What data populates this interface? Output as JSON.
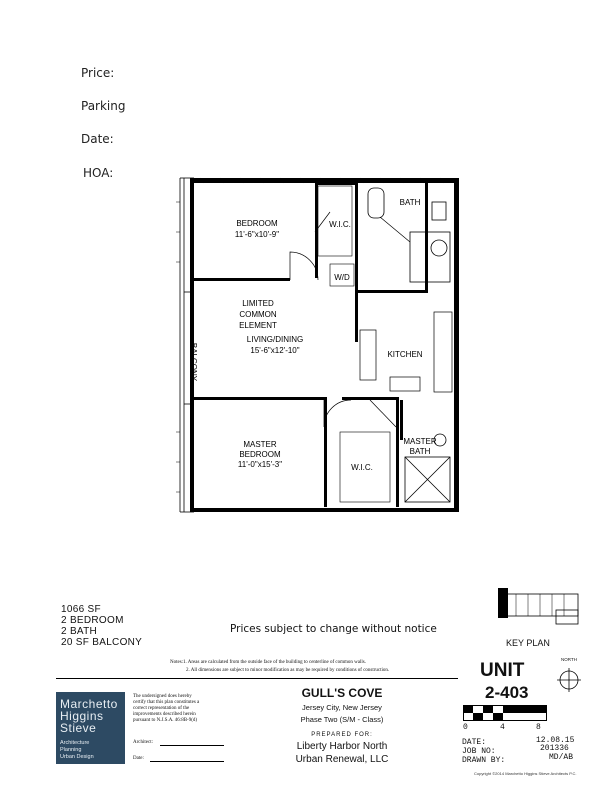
{
  "fields": {
    "price": "Price:",
    "parking": "Parking",
    "date": "Date:",
    "hoa": "HOA:"
  },
  "plan_labels": {
    "bedroom": "BEDROOM",
    "bedroom_dims": "11'-6\"x10'-9\"",
    "wic_top": "W.I.C.",
    "bath": "BATH",
    "wd": "W/D",
    "limited_common": "LIMITED",
    "limited_common2": "COMMON",
    "limited_common3": "ELEMENT",
    "living": "LIVING/DINING",
    "living_dims": "15'-6\"x12'-10\"",
    "kitchen": "KITCHEN",
    "balcony": "BALCONY",
    "master_bedroom": "MASTER",
    "master_bedroom2": "BEDROOM",
    "master_dims": "11'-0\"x15'-3\"",
    "wic_bottom": "W.I.C.",
    "master_bath": "MASTER",
    "master_bath2": "BATH"
  },
  "stats": {
    "area": "1066  SF",
    "bedrooms": "2  BEDROOM",
    "baths": "2  BATH",
    "balcony": "20  SF  BALCONY"
  },
  "notice": "Prices subject to change without notice",
  "key_plan": "KEY  PLAN",
  "notes": {
    "line1": "Notes:1. Areas are calculated from the outside face of the building to centerline of common walls.",
    "line2": "2. All dimensions are subject to minor modification as may be required by conditions of construction."
  },
  "logo": {
    "line1": "Marchetto",
    "line2": "Higgins",
    "line3": "Stieve",
    "sub1": "Architecture",
    "sub2": "Planning",
    "sub3": "Urban Design"
  },
  "certification": {
    "text1": "The undersigned does hereby",
    "text2": "certify that this plan constitutes a",
    "text3": "correct representation of the",
    "text4": "improvements described herein",
    "text5": "pursuant to N.J.S.A. 46:8B-9(d)",
    "architect": "Architect:",
    "date": "Date:"
  },
  "project": {
    "name": "GULL'S COVE",
    "location": "Jersey City, New Jersey",
    "phase": "Phase Two (S/M - Class)",
    "prepared_for": "PREPARED  FOR:",
    "client1": "Liberty Harbor North",
    "client2": "Urban Renewal, LLC"
  },
  "unit": {
    "label": "UNIT",
    "number": "2-403"
  },
  "north": "NORTH",
  "scale": {
    "t0": "0",
    "t4": "4",
    "t8": "8"
  },
  "meta": {
    "date_label": "DATE:",
    "date_value": "12.08.15",
    "job_label": "JOB  NO:",
    "job_value": "201336",
    "drawn_label": "DRAWN  BY:",
    "drawn_value": "MD/AB"
  },
  "copyright": "Copyright ©2014 Marchetto Higgins Stieve Architects P.C."
}
